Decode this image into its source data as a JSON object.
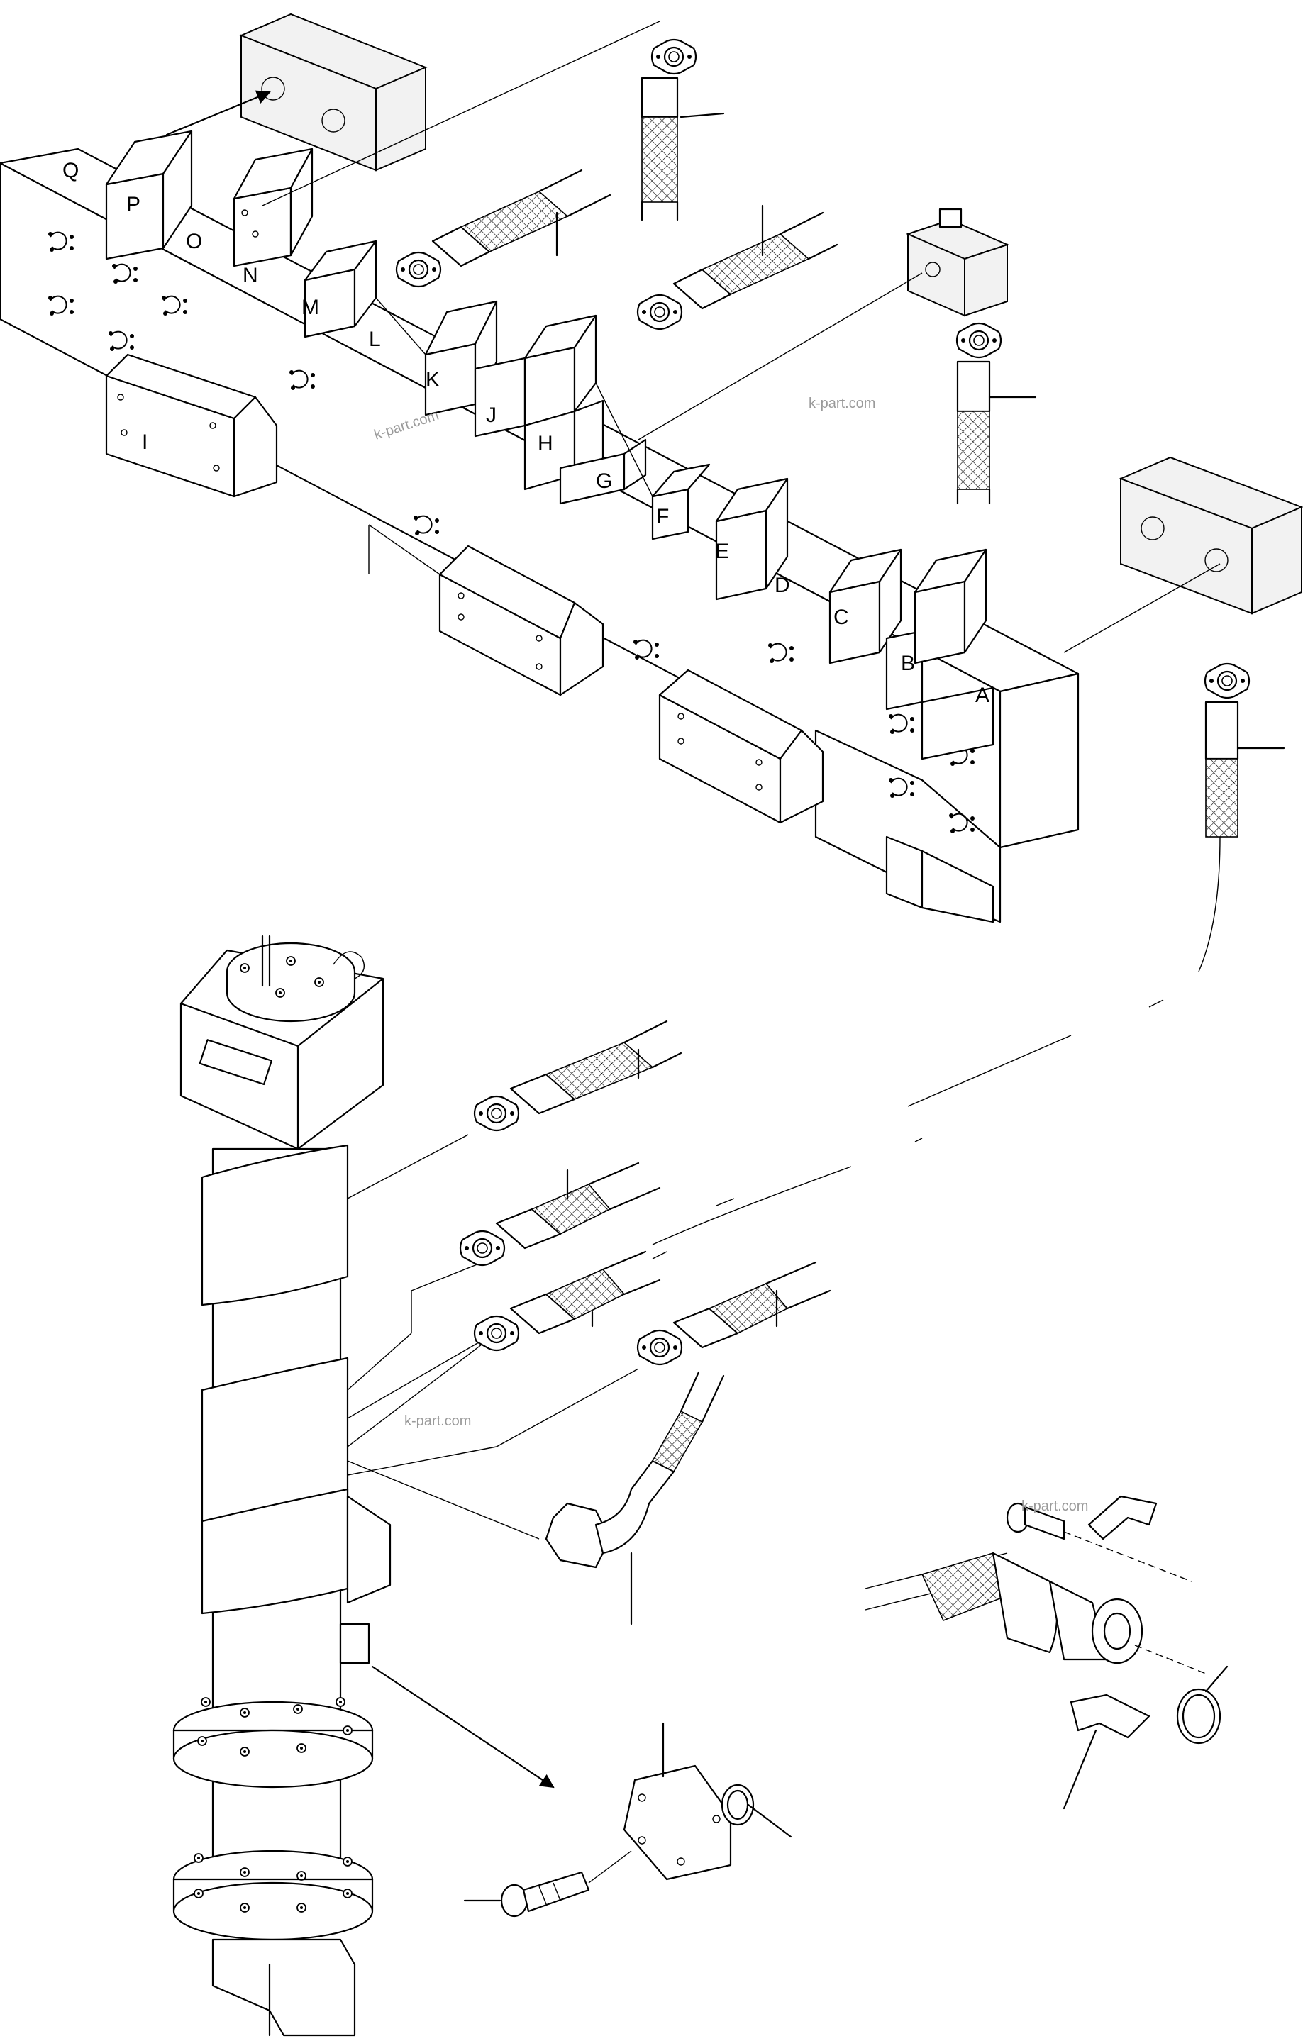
{
  "valve_labels": [
    "A",
    "B",
    "C",
    "D",
    "E",
    "F",
    "G",
    "H",
    "I",
    "J",
    "K",
    "L",
    "M",
    "N",
    "O",
    "P",
    "Q"
  ],
  "watermark": "k-part.com"
}
